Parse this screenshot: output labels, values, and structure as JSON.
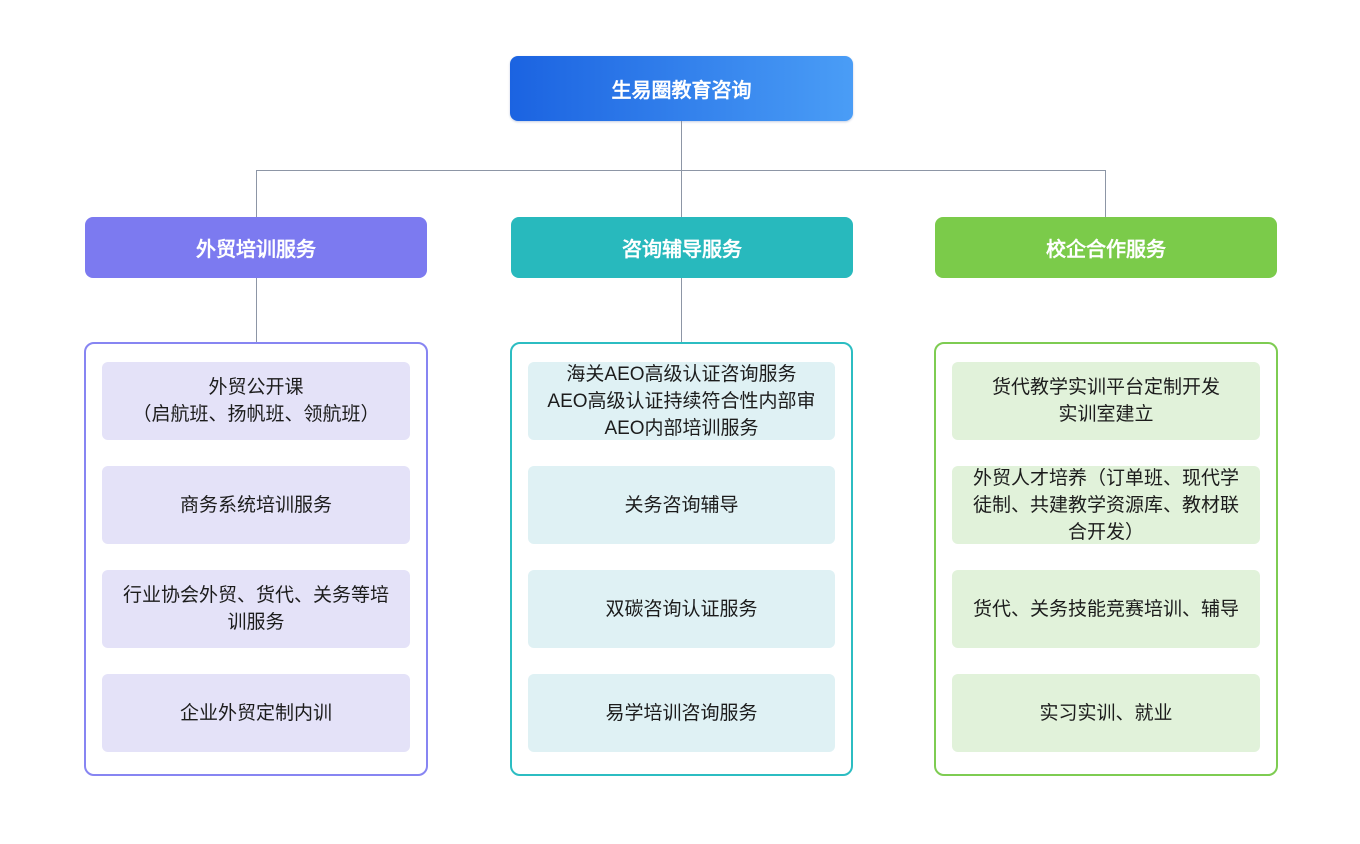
{
  "root": {
    "label": "生易圈教育咨询"
  },
  "branches": [
    {
      "label": "外贸培训服务",
      "items": [
        {
          "lines": [
            "外贸公开课",
            "（启航班、扬帆班、领航班）"
          ]
        },
        {
          "lines": [
            "商务系统培训服务"
          ]
        },
        {
          "lines": [
            "行业协会外贸、货代、关务等培训服务"
          ]
        },
        {
          "lines": [
            "企业外贸定制内训"
          ]
        }
      ]
    },
    {
      "label": "咨询辅导服务",
      "items": [
        {
          "lines": [
            "海关AEO高级认证咨询服务",
            "AEO高级认证持续符合性内部审",
            "AEO内部培训服务"
          ]
        },
        {
          "lines": [
            "关务咨询辅导"
          ]
        },
        {
          "lines": [
            "双碳咨询认证服务"
          ]
        },
        {
          "lines": [
            "易学培训咨询服务"
          ]
        }
      ]
    },
    {
      "label": "校企合作服务",
      "items": [
        {
          "lines": [
            "货代教学实训平台定制开发",
            "实训室建立"
          ]
        },
        {
          "lines": [
            "外贸人才培养（订单班、现代学徒制、共建教学资源库、教材联合开发）"
          ]
        },
        {
          "lines": [
            "货代、关务技能竞赛培训、辅导"
          ]
        },
        {
          "lines": [
            "实习实训、就业"
          ]
        }
      ]
    }
  ],
  "colors": {
    "root_gradient_from": "#1b63e1",
    "root_gradient_to": "#4a9df6",
    "branch_foreign_trade_training": "#7c7af0",
    "branch_consulting_tutoring": "#28b9bd",
    "branch_school_enterprise": "#7bcb4a",
    "panel_border_purple": "#8785f2",
    "panel_border_teal": "#2cbdc2",
    "panel_border_green": "#7ecc52",
    "item_bg_purple": "#e4e2f8",
    "item_bg_teal": "#dff1f4",
    "item_bg_green": "#e1f2da",
    "connector": "#8d96a6"
  }
}
